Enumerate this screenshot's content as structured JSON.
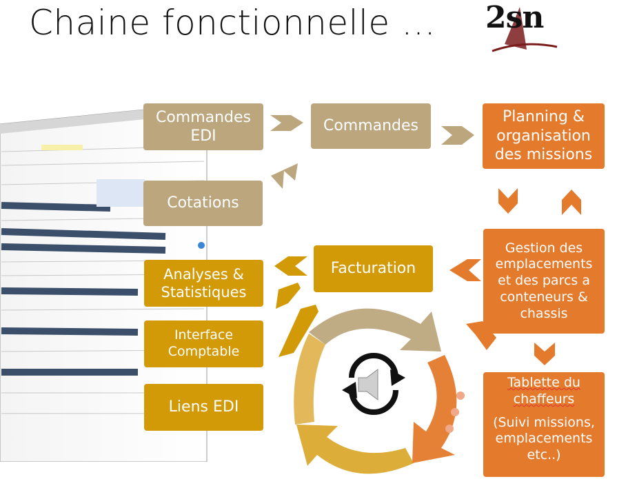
{
  "title": "Chaine fonctionnelle …",
  "logo": {
    "text": "2sn",
    "description": "2sn company logo"
  },
  "boxes": {
    "commandes_edi": "Commandes EDI",
    "commandes": "Commandes",
    "planning": "Planning & organisation des missions",
    "cotations": "Cotations",
    "gestion": "Gestion des emplacements et des parcs a conteneurs & chassis",
    "facturation": "Facturation",
    "analyses": "Analyses & Statistiques",
    "interface": "Interface Comptable",
    "liens": "Liens EDI",
    "tablette_title": "Tablette du chaffeurs",
    "tablette_detail": "(Suivi missions, emplacements etc..)"
  },
  "colors": {
    "tan": "#bca67d",
    "orange": "#e47a2c",
    "gold": "#d39a07"
  },
  "icons": [
    "chevron-arrow-icon",
    "refresh-cycle-icon",
    "speaker-icon"
  ]
}
